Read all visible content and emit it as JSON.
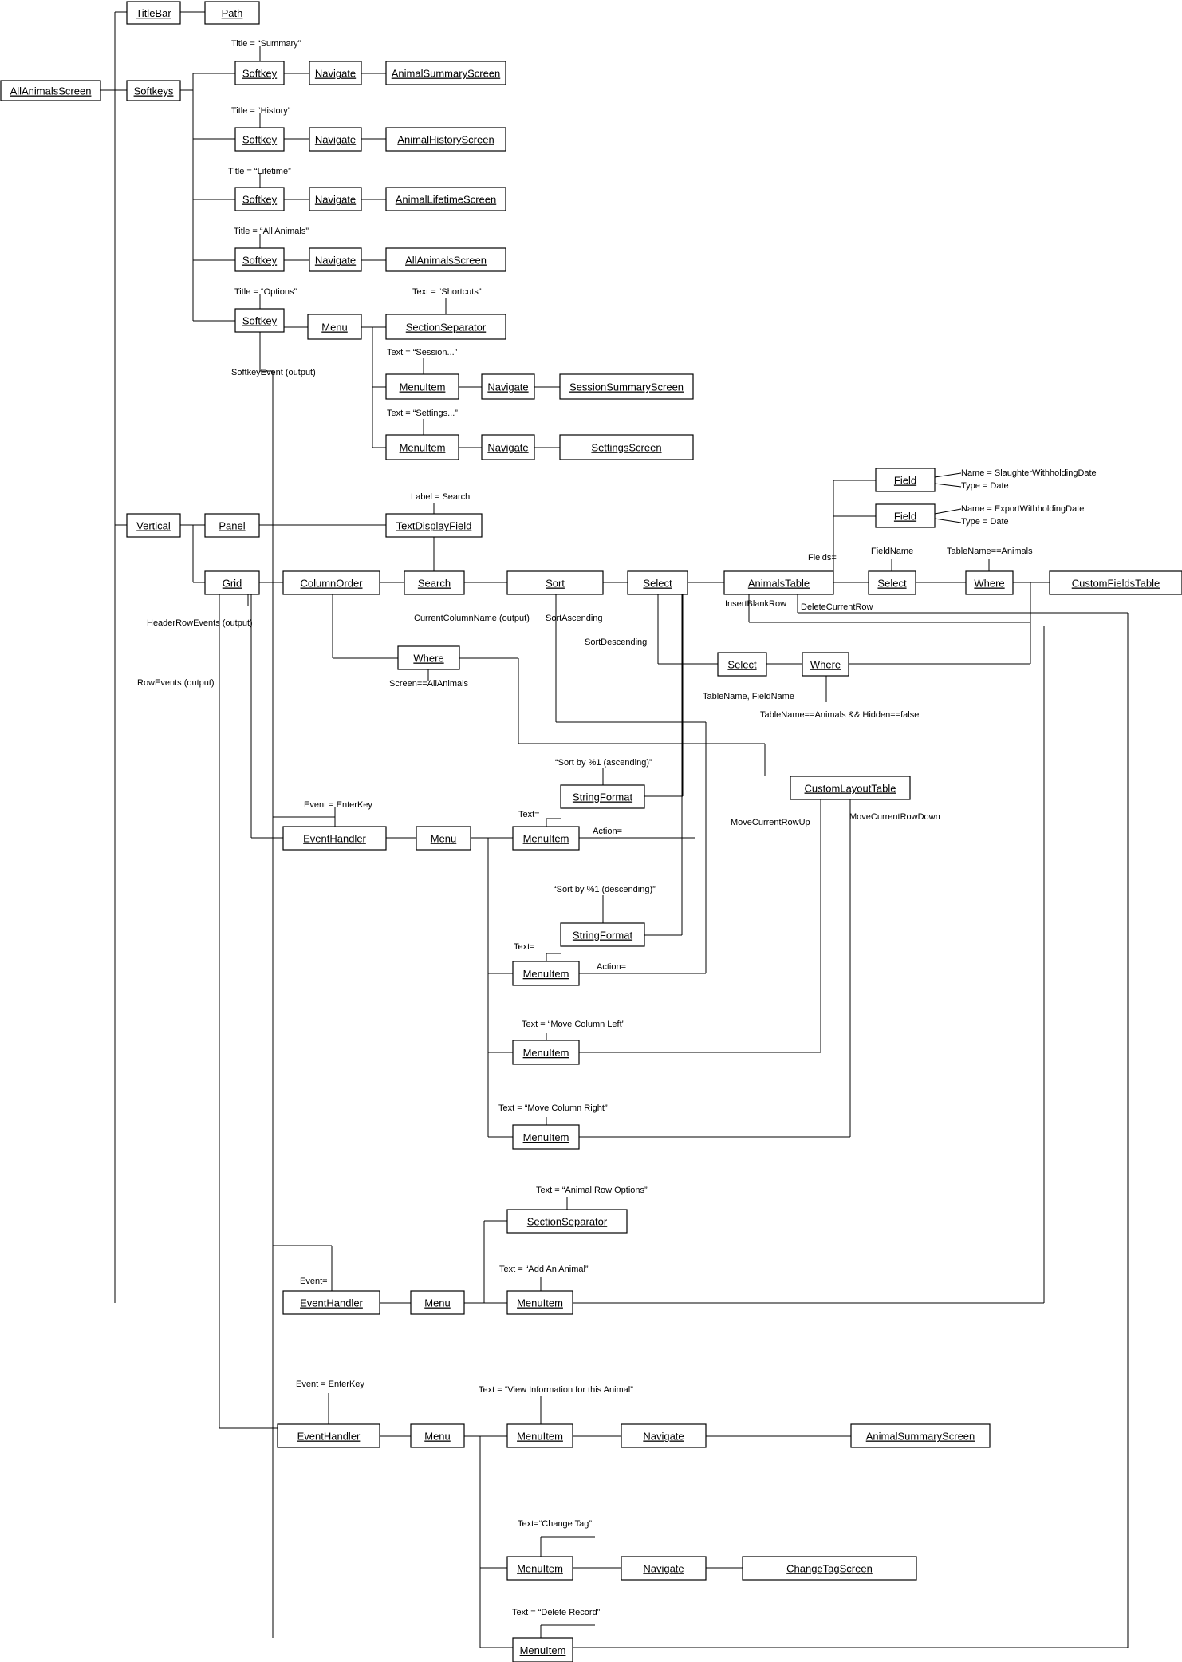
{
  "nodes": [
    {
      "id": "allanimals",
      "label": "AllAnimalsScreen"
    },
    {
      "id": "titlebar",
      "label": "TitleBar"
    },
    {
      "id": "path",
      "label": "Path"
    },
    {
      "id": "softkeys",
      "label": "Softkeys"
    },
    {
      "id": "sk1",
      "label": "Softkey"
    },
    {
      "id": "nav1",
      "label": "Navigate"
    },
    {
      "id": "scr1",
      "label": "AnimalSummaryScreen"
    },
    {
      "id": "sk2",
      "label": "Softkey"
    },
    {
      "id": "nav2",
      "label": "Navigate"
    },
    {
      "id": "scr2",
      "label": "AnimalHistoryScreen"
    },
    {
      "id": "sk3",
      "label": "Softkey"
    },
    {
      "id": "nav3",
      "label": "Navigate"
    },
    {
      "id": "scr3",
      "label": "AnimalLifetimeScreen"
    },
    {
      "id": "sk4",
      "label": "Softkey"
    },
    {
      "id": "nav4",
      "label": "Navigate"
    },
    {
      "id": "scr4",
      "label": "AllAnimalsScreen"
    },
    {
      "id": "sk5",
      "label": "Softkey"
    },
    {
      "id": "menu1",
      "label": "Menu"
    },
    {
      "id": "sep1",
      "label": "SectionSeparator"
    },
    {
      "id": "mi1",
      "label": "MenuItem"
    },
    {
      "id": "nav5",
      "label": "Navigate"
    },
    {
      "id": "scr5",
      "label": "SessionSummaryScreen"
    },
    {
      "id": "mi2",
      "label": "MenuItem"
    },
    {
      "id": "nav6",
      "label": "Navigate"
    },
    {
      "id": "scr6",
      "label": "SettingsScreen"
    },
    {
      "id": "vertical",
      "label": "Vertical"
    },
    {
      "id": "panel",
      "label": "Panel"
    },
    {
      "id": "textdisp",
      "label": "TextDisplayField"
    },
    {
      "id": "grid",
      "label": "Grid"
    },
    {
      "id": "colorder",
      "label": "ColumnOrder"
    },
    {
      "id": "search",
      "label": "Search"
    },
    {
      "id": "sort",
      "label": "Sort"
    },
    {
      "id": "select1",
      "label": "Select"
    },
    {
      "id": "animtable",
      "label": "AnimalsTable"
    },
    {
      "id": "field1",
      "label": "Field"
    },
    {
      "id": "field2",
      "label": "Field"
    },
    {
      "id": "select2",
      "label": "Select"
    },
    {
      "id": "where1",
      "label": "Where"
    },
    {
      "id": "customfields",
      "label": "CustomFieldsTable"
    },
    {
      "id": "where2",
      "label": "Where"
    },
    {
      "id": "select3",
      "label": "Select"
    },
    {
      "id": "where3",
      "label": "Where"
    },
    {
      "id": "customlayout",
      "label": "CustomLayoutTable"
    },
    {
      "id": "sf1",
      "label": "StringFormat"
    },
    {
      "id": "eh1",
      "label": "EventHandler"
    },
    {
      "id": "menu2",
      "label": "Menu"
    },
    {
      "id": "mi3",
      "label": "MenuItem"
    },
    {
      "id": "sf2",
      "label": "StringFormat"
    },
    {
      "id": "mi4",
      "label": "MenuItem"
    },
    {
      "id": "mi5",
      "label": "MenuItem"
    },
    {
      "id": "mi6",
      "label": "MenuItem"
    },
    {
      "id": "sep2",
      "label": "SectionSeparator"
    },
    {
      "id": "eh2",
      "label": "EventHandler"
    },
    {
      "id": "menu3",
      "label": "Menu"
    },
    {
      "id": "mi7",
      "label": "MenuItem"
    },
    {
      "id": "eh3",
      "label": "EventHandler"
    },
    {
      "id": "menu4",
      "label": "Menu"
    },
    {
      "id": "mi8",
      "label": "MenuItem"
    },
    {
      "id": "nav7",
      "label": "Navigate"
    },
    {
      "id": "scr7",
      "label": "AnimalSummaryScreen"
    },
    {
      "id": "mi9",
      "label": "MenuItem"
    },
    {
      "id": "nav8",
      "label": "Navigate"
    },
    {
      "id": "scr8",
      "label": "ChangeTagScreen"
    },
    {
      "id": "mi10",
      "label": "MenuItem"
    }
  ],
  "labels": [
    {
      "id": "t_summary",
      "text": "Title = “Summary”"
    },
    {
      "id": "t_history",
      "text": "Title = “History”"
    },
    {
      "id": "t_lifetime",
      "text": "Title = “Lifetime”"
    },
    {
      "id": "t_allanimals",
      "text": "Title = “All Animals”"
    },
    {
      "id": "t_options",
      "text": "Title = “Options”"
    },
    {
      "id": "t_shortcuts",
      "text": "Text = “Shortcuts”"
    },
    {
      "id": "t_session",
      "text": "Text = “Session...”"
    },
    {
      "id": "t_settings",
      "text": "Text = “Settings...”"
    },
    {
      "id": "t_softkeyevent",
      "text": "SoftkeyEvent (output)"
    },
    {
      "id": "t_labelsearch",
      "text": "Label = Search"
    },
    {
      "id": "t_slaughter",
      "text": "Name = SlaughterWithholdingDate"
    },
    {
      "id": "t_type1",
      "text": "Type = Date"
    },
    {
      "id": "t_export",
      "text": "Name = ExportWithholdingDate"
    },
    {
      "id": "t_type2",
      "text": "Type = Date"
    },
    {
      "id": "t_fields",
      "text": "Fields="
    },
    {
      "id": "t_fieldname",
      "text": "FieldName"
    },
    {
      "id": "t_tablename",
      "text": "TableName==Animals"
    },
    {
      "id": "t_insertblank",
      "text": "InsertBlankRow"
    },
    {
      "id": "t_deleterow",
      "text": "DeleteCurrentRow"
    },
    {
      "id": "t_headerrow",
      "text": "HeaderRowEvents (output)"
    },
    {
      "id": "t_curcol",
      "text": "CurrentColumnName (output)"
    },
    {
      "id": "t_sortasc",
      "text": "SortAscending"
    },
    {
      "id": "t_sortdesc",
      "text": "SortDescending"
    },
    {
      "id": "t_rowevents",
      "text": "RowEvents (output)"
    },
    {
      "id": "t_screen",
      "text": "Screen==AllAnimals"
    },
    {
      "id": "t_tn_fn",
      "text": "TableName, FieldName"
    },
    {
      "id": "t_tn_hidden",
      "text": "TableName==Animals && Hidden==false"
    },
    {
      "id": "t_sortbyasc",
      "text": "“Sort by %1 (ascending)”"
    },
    {
      "id": "t_moveup",
      "text": "MoveCurrentRowUp"
    },
    {
      "id": "t_movedown",
      "text": "MoveCurrentRowDown"
    },
    {
      "id": "t_enterkey1",
      "text": "Event = EnterKey"
    },
    {
      "id": "t_text1",
      "text": "Text="
    },
    {
      "id": "t_action1",
      "text": "Action="
    },
    {
      "id": "t_sortbydesc",
      "text": "“Sort by %1 (descending)”"
    },
    {
      "id": "t_text2",
      "text": "Text="
    },
    {
      "id": "t_action2",
      "text": "Action="
    },
    {
      "id": "t_moveleft",
      "text": "Text = “Move Column Left”"
    },
    {
      "id": "t_moveright",
      "text": "Text = “Move Column Right”"
    },
    {
      "id": "t_rowoptions",
      "text": "Text = “Animal Row Options”"
    },
    {
      "id": "t_event",
      "text": "Event="
    },
    {
      "id": "t_addanimal",
      "text": "Text = “Add An Animal”"
    },
    {
      "id": "t_enterkey2",
      "text": "Event = EnterKey"
    },
    {
      "id": "t_viewinfo",
      "text": "Text = “View Information for this Animal”"
    },
    {
      "id": "t_changetag",
      "text": "Text=“Change Tag”"
    },
    {
      "id": "t_deleterec",
      "text": "Text = “Delete Record”"
    }
  ]
}
